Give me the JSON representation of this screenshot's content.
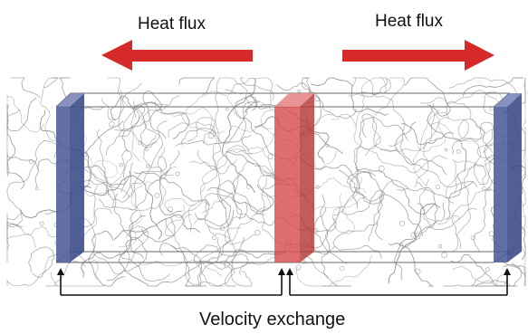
{
  "labels": {
    "heat_flux_left": "Heat flux",
    "heat_flux_right": "Heat flux",
    "velocity_exchange": "Velocity exchange"
  },
  "colors": {
    "heat_arrow": "#d62a2a",
    "cold_slab": "#4a5a98",
    "hot_slab": "#d84a4a",
    "polymer_strand": "#8a8a8a",
    "box_outline": "#6a6a6a",
    "exchange_line": "#111111"
  },
  "icons": {
    "heat_flux_left_arrow": "arrow-left-icon",
    "heat_flux_right_arrow": "arrow-right-icon"
  }
}
